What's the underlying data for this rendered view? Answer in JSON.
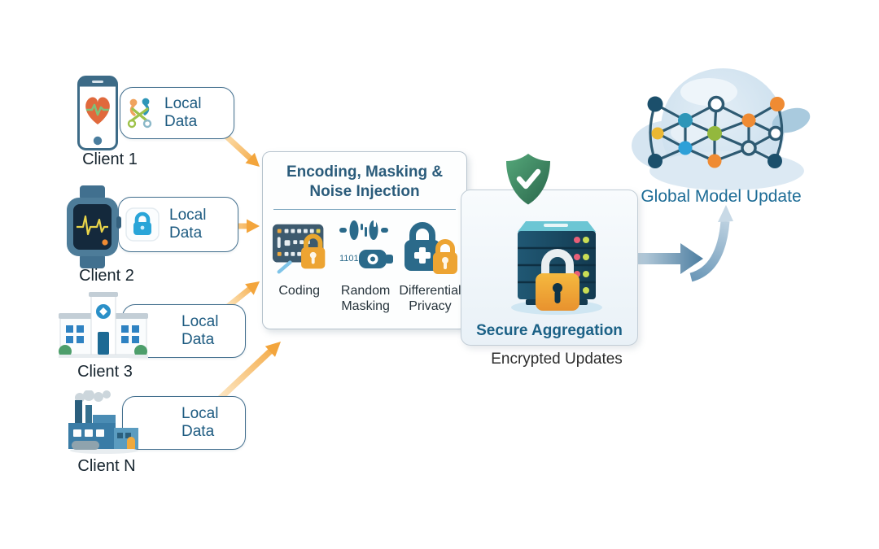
{
  "clients": [
    {
      "label": "Client 1",
      "data_label": "Local Data",
      "device": "smartphone-health-icon"
    },
    {
      "label": "Client 2",
      "data_label": "Local Data",
      "device": "smartwatch-ecg-icon"
    },
    {
      "label": "Client 3",
      "data_label": "Local Data",
      "device": "hospital-icon"
    },
    {
      "label": "Client N",
      "data_label": "Local Data",
      "device": "factory-icon"
    }
  ],
  "encoding_box": {
    "title_line1": "Encoding, Masking &",
    "title_line2": "Noise Injection",
    "items": [
      {
        "label": "Coding",
        "icon": "coded-matrix-lock-icon"
      },
      {
        "label": "Random Masking",
        "icon": "noise-signal-icon",
        "icon_text": "1101"
      },
      {
        "label": "Differential Privacy",
        "icon": "privacy-locks-icon"
      }
    ]
  },
  "aggregation": {
    "title": "Secure Aggregation",
    "caption": "Encrypted Updates",
    "icons": [
      "shield-check-icon",
      "server-lock-icon"
    ]
  },
  "global_model": {
    "label": "Global Model Update",
    "icons": [
      "globe-icon",
      "neural-network-icon"
    ]
  },
  "colors": {
    "text_teal": "#2b5c7b",
    "label_dark": "#16242e",
    "bubble_text": "#1c5a80",
    "accent_orange": "#f3a53c",
    "shield_green": "#3b8a63",
    "server_teal": "#1d4e66",
    "arrow_gray": "#4e6777",
    "arrow_blue": "#4c7da0",
    "globe_blue": "#cde0ee"
  }
}
